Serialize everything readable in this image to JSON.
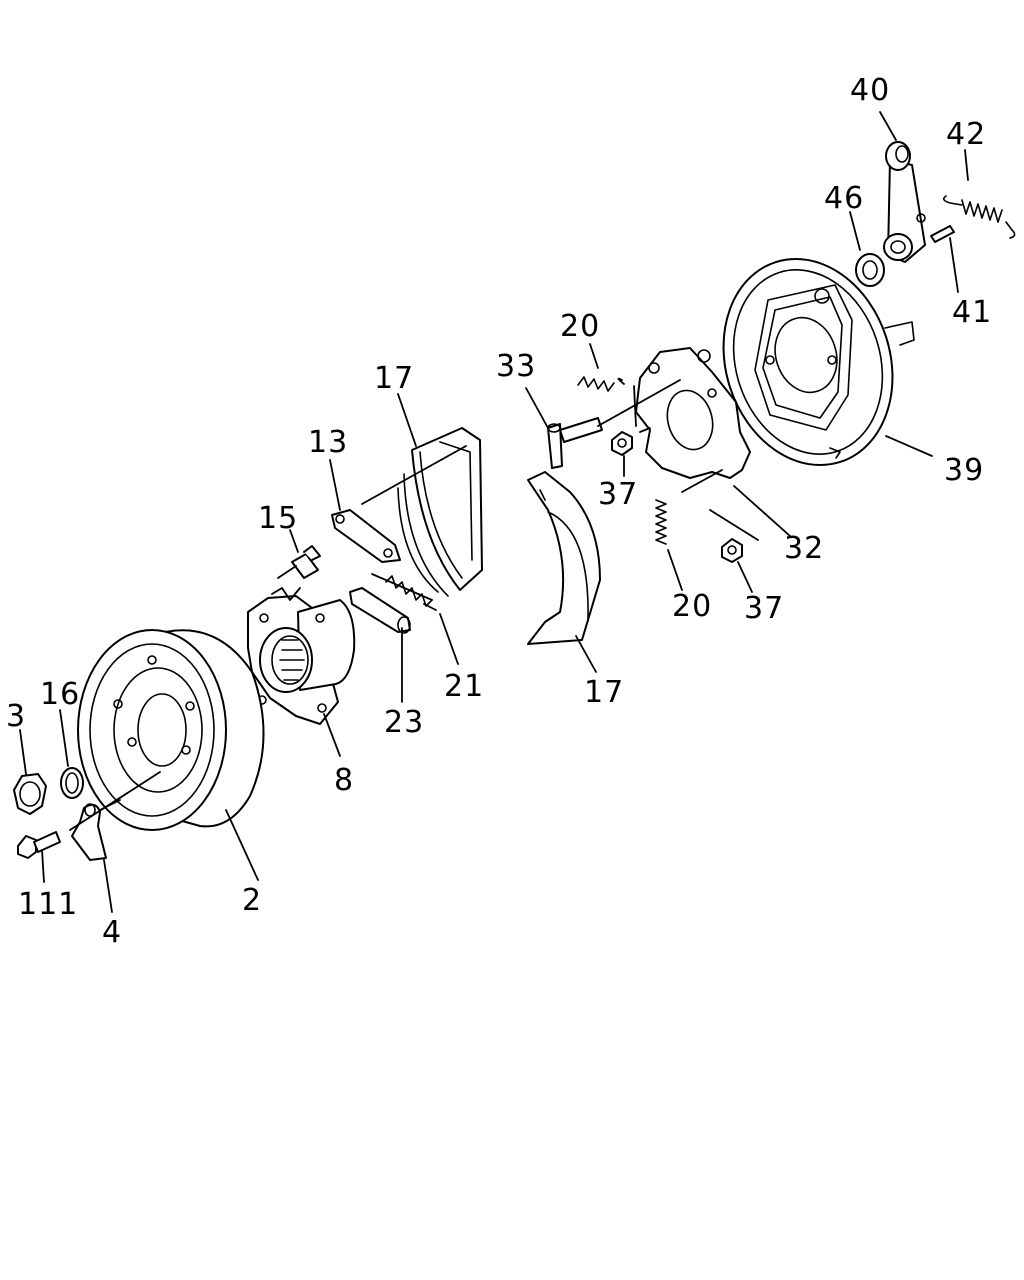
{
  "labels": {
    "l40": "40",
    "l42": "42",
    "l46": "46",
    "l41": "41",
    "l39": "39",
    "l20a": "20",
    "l33": "33",
    "l17a": "17",
    "l13": "13",
    "l37a": "37",
    "l32": "32",
    "l15": "15",
    "l20b": "20",
    "l37b": "37",
    "l21": "21",
    "l17b": "17",
    "l23": "23",
    "l8": "8",
    "l3": "3",
    "l16": "16",
    "l2": "2",
    "l111": "111",
    "l4": "4"
  }
}
